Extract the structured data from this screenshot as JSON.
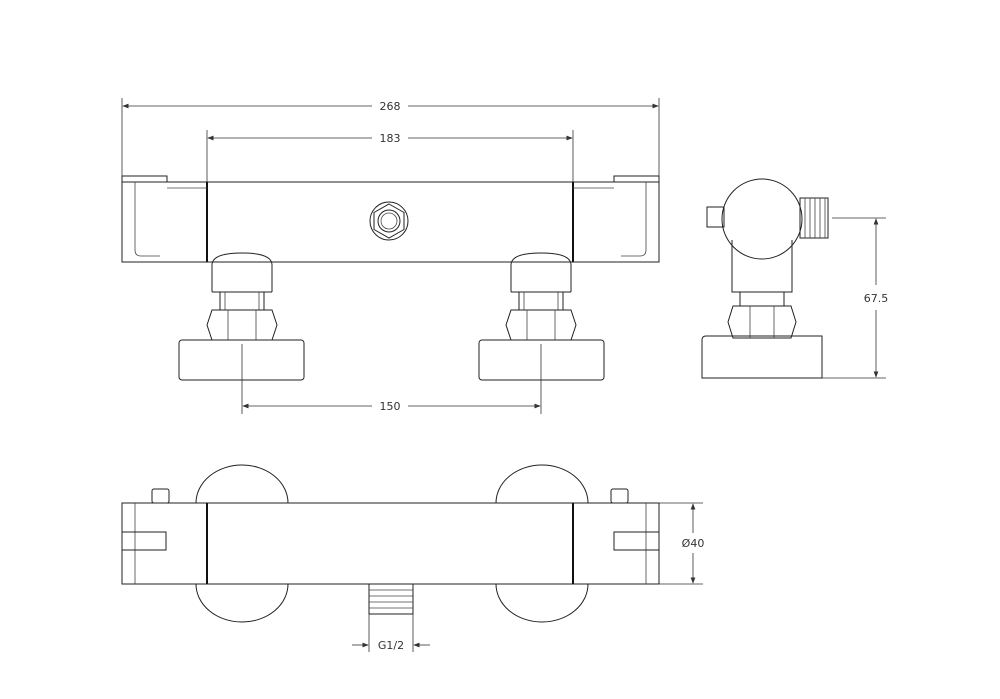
{
  "dimensions": {
    "overall_length": "268",
    "body_length": "183",
    "inlet_centers": "150",
    "depth": "67.5",
    "diameter": "Ø40",
    "outlet_thread": "G1/2"
  },
  "colors": {
    "line": "#222222",
    "background": "#ffffff"
  }
}
